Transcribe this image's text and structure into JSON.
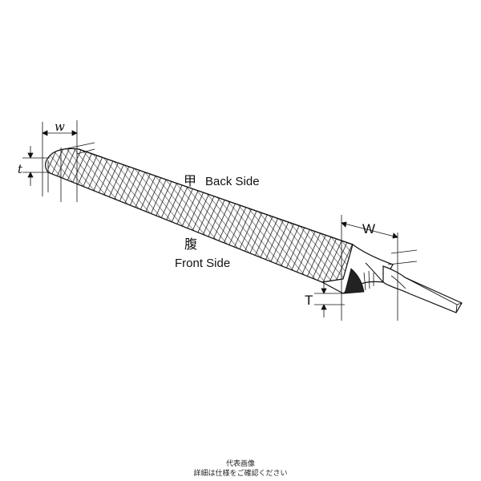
{
  "labels": {
    "w_small": "w",
    "t_small": "t",
    "w_large": "W",
    "t_large": "T",
    "back_jp": "甲",
    "back_en": "Back Side",
    "front_jp": "腹",
    "front_en": "Front Side"
  },
  "caption": {
    "line1": "代表画像",
    "line2": "詳細は仕様をご確認ください"
  }
}
